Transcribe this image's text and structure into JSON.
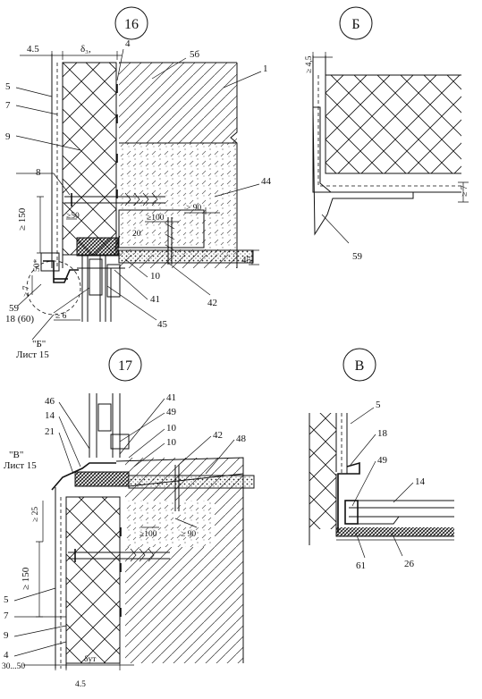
{
  "detail_16": {
    "title": "16",
    "dims": {
      "d1": "4.5",
      "d2": "δ₃,",
      "d3": "≥ 150",
      "d4": "≥50",
      "d5": "50*",
      "d6": "≥ 7",
      "d7": "≥100",
      "d8": "≥ 90",
      "d9": "20",
      "d10": "45",
      "d11": "≥ 6"
    },
    "callouts": [
      "4",
      "5б",
      "1",
      "5",
      "7",
      "9",
      "8",
      "44",
      "10",
      "41",
      "42",
      "45",
      "59",
      "18 (60)"
    ],
    "ref_label": "\"Б\"",
    "ref_sheet": "Лист 15"
  },
  "detail_B_cyr": {
    "title": "Б",
    "dims": {
      "d1": "≥ 4,5",
      "d2": "≥ 7"
    },
    "callouts": [
      "59"
    ]
  },
  "detail_17": {
    "title": "17",
    "dims": {
      "d1": "≥ 25",
      "d2": "≥ 150",
      "d3": "≥100",
      "d4": "≥ 90",
      "d5": "30...50",
      "d6": "δут",
      "d7": "4.5"
    },
    "callouts": [
      "46",
      "14",
      "21",
      "41",
      "49",
      "10",
      "10",
      "42",
      "48",
      "5",
      "7",
      "9",
      "4"
    ],
    "ref_label": "\"В\"",
    "ref_sheet": "Лист 15"
  },
  "detail_V": {
    "title": "В",
    "callouts": [
      "5",
      "18",
      "49",
      "14",
      "61",
      "26"
    ]
  }
}
